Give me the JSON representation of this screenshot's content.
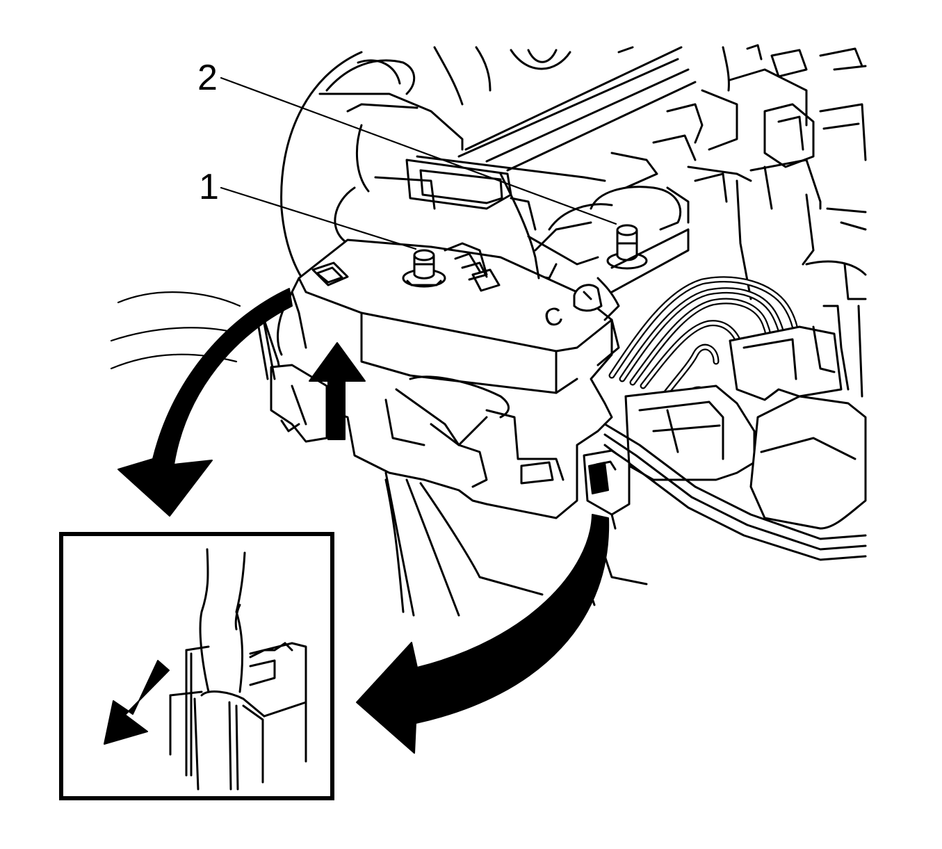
{
  "callouts": [
    {
      "id": "1",
      "label": "1",
      "target": "fastener-nut-1"
    },
    {
      "id": "2",
      "label": "2",
      "target": "fastener-nut-2"
    }
  ],
  "markings": {
    "housing_letter": "C"
  },
  "colors": {
    "line": "#000000",
    "background": "#ffffff"
  },
  "arrows": [
    {
      "name": "lift-up-arrow",
      "meaning": "up"
    },
    {
      "name": "rotate-left-arrow",
      "meaning": "rotate-down-left"
    },
    {
      "name": "rotate-right-arrow",
      "meaning": "rotate-down-left"
    },
    {
      "name": "detail-release-arrow",
      "meaning": "down-left"
    }
  ],
  "inset": {
    "name": "tab-release-detail"
  }
}
